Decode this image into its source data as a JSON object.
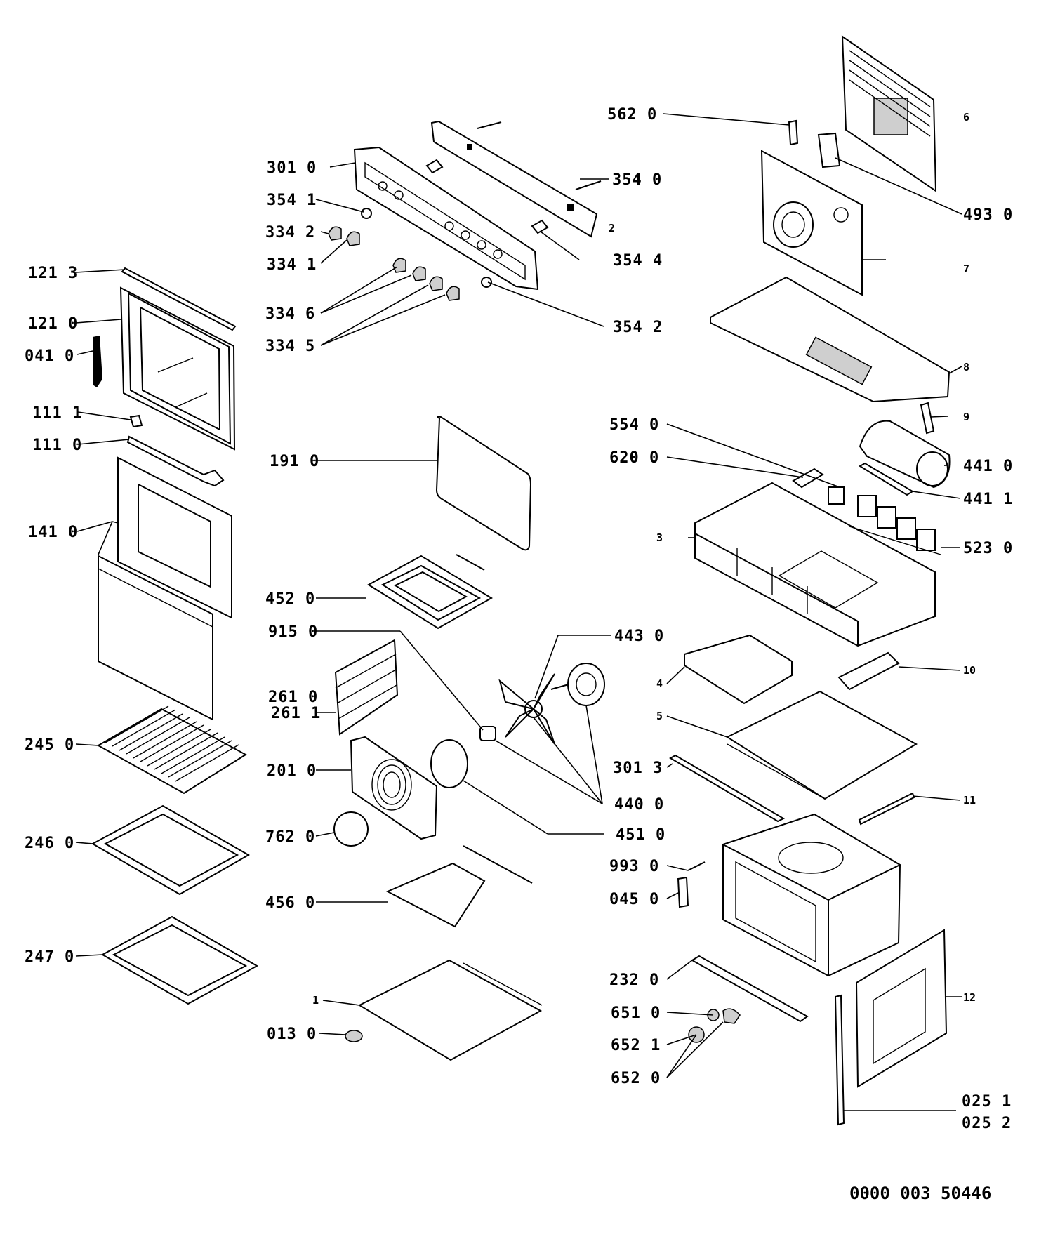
{
  "labels": {
    "l5620": "562 0",
    "l3010": "301 0",
    "l3540": "354 0",
    "l3541": "354 1",
    "l3342": "334 2",
    "l3341": "334 1",
    "l3544": "354 4",
    "l1213": "121 3",
    "l1210": "121 0",
    "l3346": "334 6",
    "l0410": "041 0",
    "l3345": "334 5",
    "l3542": "354 2",
    "l4930": "493 0",
    "l1111": "111 1",
    "l1110": "111 0",
    "l1910": "191 0",
    "l5540": "554 0",
    "l6200": "620 0",
    "l4410": "441 0",
    "l4411": "441 1",
    "l1410": "141 0",
    "l5230": "523 0",
    "l4520": "452 0",
    "l9150": "915 0",
    "l4430": "443 0",
    "l2610": "261 0",
    "l2611": "261 1",
    "l2450": "245 0",
    "l2010": "201 0",
    "l3013": "301 3",
    "l4400": "440 0",
    "l4510": "451 0",
    "l2460": "246 0",
    "l7620": "762 0",
    "l9930": "993 0",
    "l0450": "045 0",
    "l4560": "456 0",
    "l2470": "247 0",
    "l2320": "232 0",
    "l6510": "651 0",
    "l6521": "652 1",
    "l0130": "013 0",
    "l6520": "652 0",
    "l0251": "025 1",
    "l0252": "025 2",
    "n1": "1",
    "n2": "2",
    "n3": "3",
    "n4": "4",
    "n5": "5",
    "n6": "6",
    "n7": "7",
    "n8": "8",
    "n9": "9",
    "n10": "10",
    "n11": "11",
    "n12": "12"
  },
  "document_id": "0000 003 50446"
}
